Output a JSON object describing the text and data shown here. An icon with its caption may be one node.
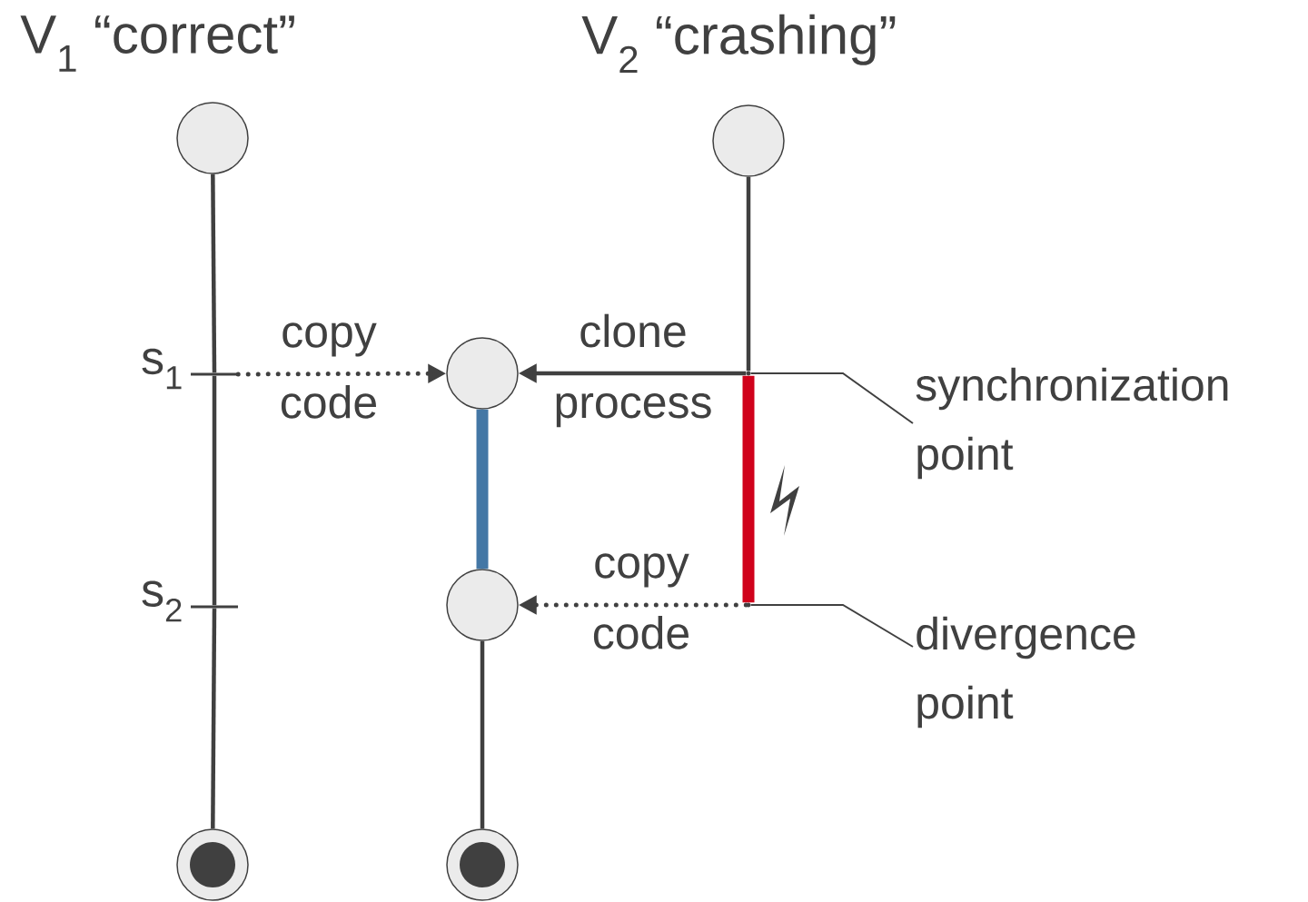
{
  "diagram": {
    "nodes": [
      {
        "text": [],
        "shape": "circle"
      },
      {
        "text": [],
        "shape": "circle"
      },
      {
        "text": [],
        "shape": "bar",
        "beside": [
          "s$_{1}$"
        ]
      },
      {
        "text": [],
        "shape": "circle"
      },
      {
        "text": [],
        "shape": "point"
      },
      {
        "text": [
          "synchronization point"
        ]
      },
      {
        "text": [],
        "shape": "bar",
        "beside": [
          "s$_{2}$"
        ]
      },
      {
        "text": [],
        "shape": "circle"
      },
      {
        "text": [],
        "shape": "point"
      },
      {
        "text": [
          "divergence point"
        ]
      },
      {
        "text": [],
        "shape": "circle"
      },
      {
        "text": [],
        "shape": "circle"
      }
    ],
    "edges": [
      {
        "from": 0,
        "to": 2,
        "arrow": "none"
      },
      {
        "from": 2,
        "to": 6,
        "arrow": "none"
      },
      {
        "from": 6,
        "to": 10,
        "arrow": "none"
      },
      {
        "from": 1,
        "to": 4,
        "arrow": "none"
      },
      {
        "from": 4,
        "to": 3,
        "arrow": "to",
        "label": "clone process"
      },
      {
        "from": 2,
        "to": 3,
        "arrow": "to",
        "label": "copy code",
        "style": "dashed"
      },
      {
        "from": 4,
        "to": 8,
        "arrow": "none",
        "style": "thick",
        "color": "#d0021b"
      },
      {
        "from": 3,
        "to": 7,
        "arrow": "none",
        "style": "thick",
        "color": "#4477a5"
      },
      {
        "from": 8,
        "to": 7,
        "arrow": "to",
        "label": "copy code",
        "style": "dashed"
      },
      {
        "from": 7,
        "to": 11,
        "arrow": "none"
      },
      {
        "from": 5,
        "to": 4,
        "arrow": "none"
      },
      {
        "from": 9,
        "to": 8,
        "arrow": "none"
      }
    ],
    "labels": [
      "V$_{1}$ “correct”",
      "V$_{2}$ “crashing”"
    ]
  }
}
